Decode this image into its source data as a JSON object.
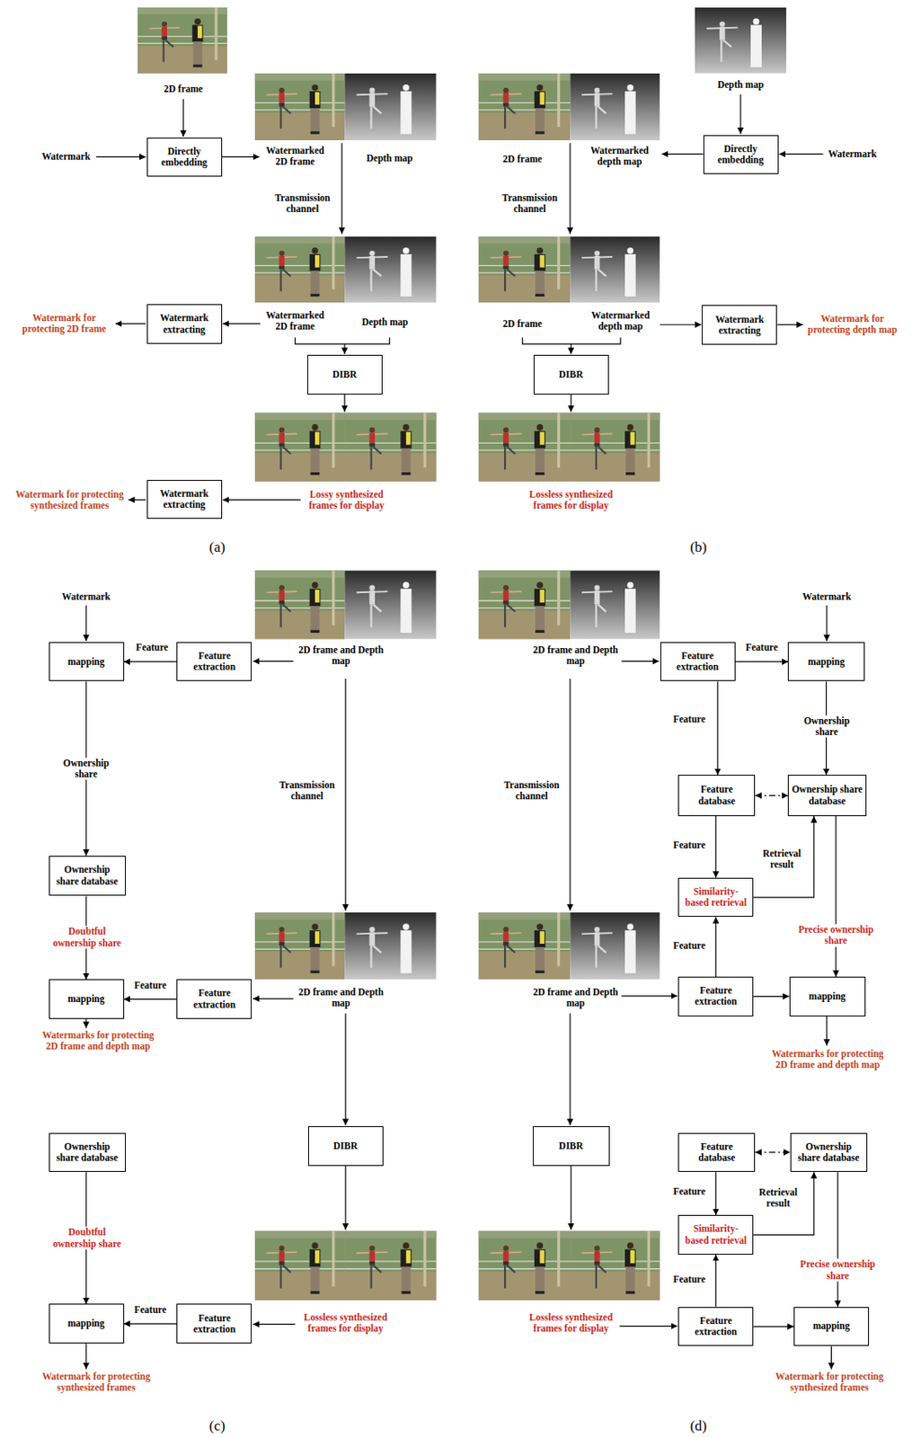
{
  "diagram": {
    "nodes": [
      {
        "text": [
          "Directly embedding"
        ]
      },
      {
        "text": [
          "Watermark extracting"
        ]
      },
      {
        "text": [
          "DIBR"
        ]
      },
      {
        "text": [
          "Watermark extracting"
        ]
      },
      {
        "text": [
          "Directly embedding"
        ]
      },
      {
        "text": [
          "Watermark extracting"
        ]
      },
      {
        "text": [
          "DIBR"
        ]
      },
      {
        "text": [
          "mapping"
        ]
      },
      {
        "text": [
          "Feature extraction"
        ]
      },
      {
        "text": [
          "Ownership share database"
        ]
      },
      {
        "text": [
          "mapping"
        ]
      },
      {
        "text": [
          "Feature extraction"
        ]
      },
      {
        "text": [
          "DIBR"
        ]
      },
      {
        "text": [
          "Ownership share database"
        ]
      },
      {
        "text": [
          "mapping"
        ]
      },
      {
        "text": [
          "Feature extraction"
        ]
      },
      {
        "text": [
          "Feature extraction"
        ]
      },
      {
        "text": [
          "mapping"
        ]
      },
      {
        "text": [
          "Feature database"
        ]
      },
      {
        "text": [
          "Ownership share database"
        ]
      },
      {
        "text": [
          "Similarity-based retrieval"
        ]
      },
      {
        "text": [
          "Feature extraction"
        ]
      },
      {
        "text": [
          "mapping"
        ]
      },
      {
        "text": [
          "DIBR"
        ]
      },
      {
        "text": [
          "Feature database"
        ]
      },
      {
        "text": [
          "Ownership share database"
        ]
      },
      {
        "text": [
          "Similarity-based retrieval"
        ]
      },
      {
        "text": [
          "Feature extraction"
        ]
      },
      {
        "text": [
          "mapping"
        ]
      }
    ],
    "edges": [
      {
        "from": 8,
        "to": 7,
        "arrow": "to",
        "label": "Feature"
      },
      {
        "from": 7,
        "to": 9,
        "arrow": "to",
        "label": "Ownership share"
      },
      {
        "from": 9,
        "to": 10,
        "arrow": "to",
        "label": "Doubtful ownership share"
      },
      {
        "from": 11,
        "to": 10,
        "arrow": "to",
        "label": "Feature"
      },
      {
        "from": 13,
        "to": 14,
        "arrow": "to",
        "label": "Doubtful ownership share"
      },
      {
        "from": 15,
        "to": 14,
        "arrow": "to",
        "label": "Feature"
      },
      {
        "from": 16,
        "to": 17,
        "arrow": "to",
        "label": "Feature"
      },
      {
        "from": 17,
        "to": 19,
        "arrow": "to",
        "label": "Ownership share"
      },
      {
        "from": 16,
        "to": 18,
        "arrow": "to",
        "label": "Feature"
      },
      {
        "from": 18,
        "to": 19,
        "arrow": "both"
      },
      {
        "from": 18,
        "to": 20,
        "arrow": "to",
        "label": "Feature"
      },
      {
        "from": 20,
        "to": 19,
        "arrow": "to",
        "label": "Retrieval result"
      },
      {
        "from": 19,
        "to": 22,
        "arrow": "to",
        "label": "Precise ownership share"
      },
      {
        "from": 21,
        "to": 20,
        "arrow": "to",
        "label": "Feature"
      },
      {
        "from": 21,
        "to": 22,
        "arrow": "to"
      },
      {
        "from": 24,
        "to": 25,
        "arrow": "both"
      },
      {
        "from": 24,
        "to": 26,
        "arrow": "to",
        "label": "Feature"
      },
      {
        "from": 26,
        "to": 25,
        "arrow": "to",
        "label": "Retrieval result"
      },
      {
        "from": 25,
        "to": 28,
        "arrow": "to",
        "label": "Precise ownership share"
      },
      {
        "from": 27,
        "to": 26,
        "arrow": "to",
        "label": "Feature"
      },
      {
        "from": 27,
        "to": 28,
        "arrow": "to"
      }
    ],
    "labels": [
      "2D frame",
      "Watermark",
      "Watermarked 2D frame",
      "Depth map",
      "Transmission channel",
      "Watermarked 2D frame",
      "Depth map",
      "Watermark for protecting 2D frame",
      "Lossy synthesized frames for display",
      "Watermark for protecting synthesized frames",
      "(a)",
      "Depth map",
      "Watermark",
      "2D frame",
      "Watermarked depth map",
      "Transmission channel",
      "2D frame",
      "Watermarked depth map",
      "Watermark for protecting depth map",
      "Lossless synthesized frames for display",
      "(b)",
      "Watermark",
      "2D frame and Depth map",
      "Transmission channel",
      "2D frame and Depth map",
      "Watermarks for protecting 2D frame and depth map",
      "Lossless synthesized frames for display",
      "Watermark for protecting synthesized frames",
      "(c)",
      "2D frame and Depth map",
      "Watermark",
      "Transmission channel",
      "2D frame and Depth map",
      "Watermarks for protecting 2D frame and depth map",
      "Lossless synthesized frames for display",
      "Watermark for protecting synthesized frames",
      "(d)"
    ]
  }
}
